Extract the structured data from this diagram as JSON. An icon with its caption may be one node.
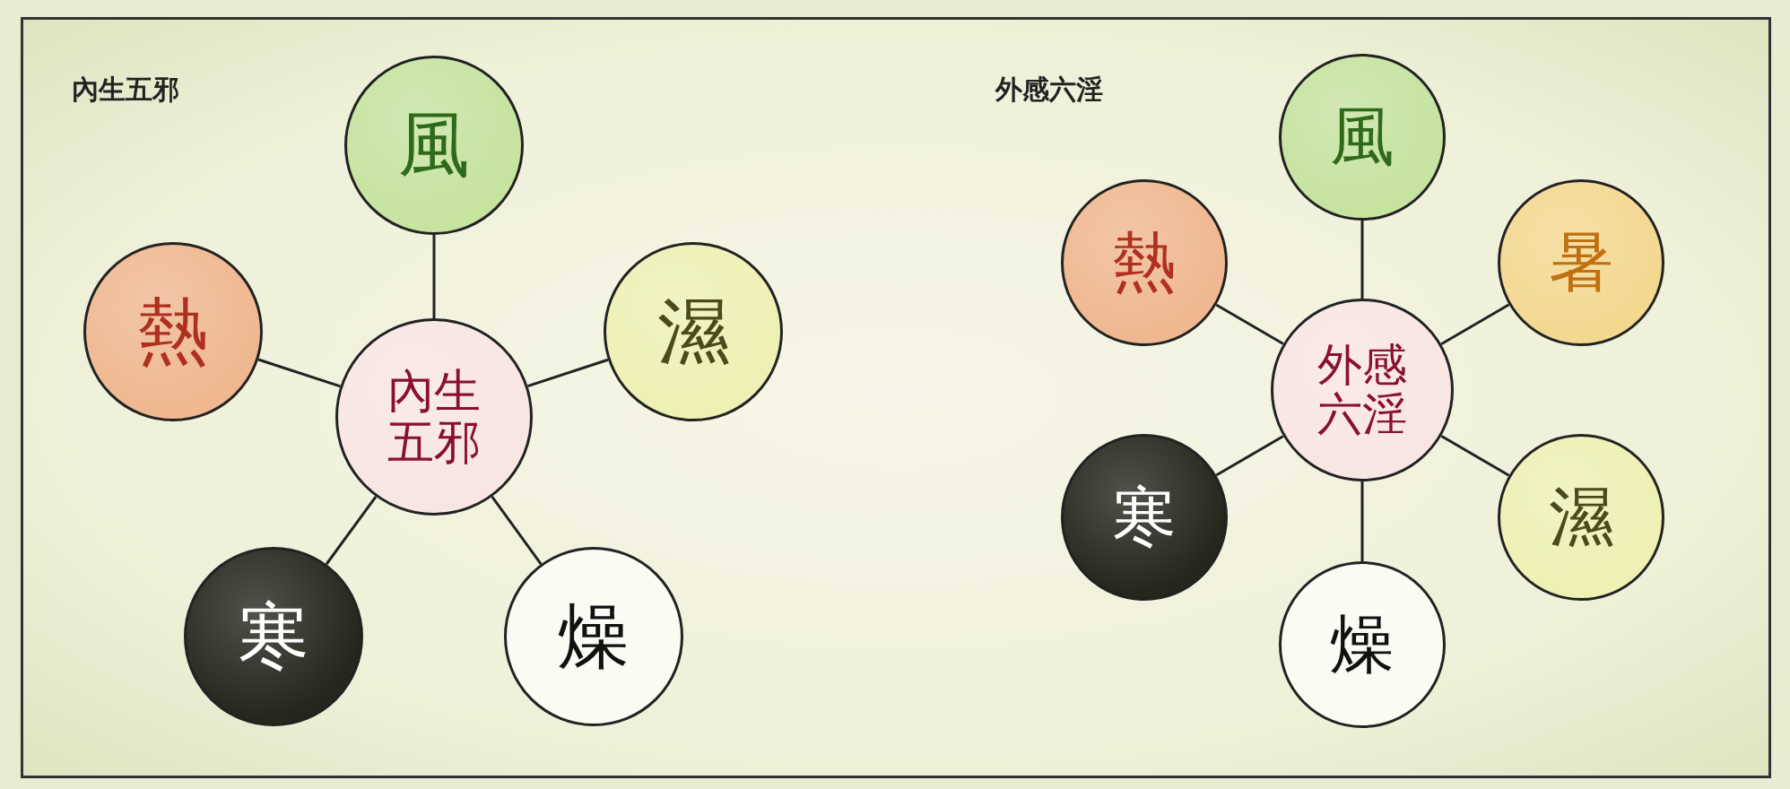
{
  "diagram": {
    "nodes": [
      {
        "text": [
          "內生五邪"
        ]
      },
      {
        "text": [
          "風"
        ]
      },
      {
        "text": [
          "熱"
        ]
      },
      {
        "text": [
          "濕"
        ]
      },
      {
        "text": [
          "寒"
        ]
      },
      {
        "text": [
          "燥"
        ]
      },
      {
        "text": [
          "外感六淫"
        ]
      },
      {
        "text": [
          "風"
        ]
      },
      {
        "text": [
          "熱"
        ]
      },
      {
        "text": [
          "暑"
        ]
      },
      {
        "text": [
          "寒"
        ]
      },
      {
        "text": [
          "濕"
        ]
      },
      {
        "text": [
          "燥"
        ]
      }
    ],
    "edges": [
      {
        "from": 0,
        "to": 1,
        "arrow": "none"
      },
      {
        "from": 0,
        "to": 2,
        "arrow": "none"
      },
      {
        "from": 0,
        "to": 3,
        "arrow": "none"
      },
      {
        "from": 0,
        "to": 4,
        "arrow": "none"
      },
      {
        "from": 0,
        "to": 5,
        "arrow": "none"
      },
      {
        "from": 6,
        "to": 7,
        "arrow": "none"
      },
      {
        "from": 6,
        "to": 8,
        "arrow": "none"
      },
      {
        "from": 6,
        "to": 9,
        "arrow": "none"
      },
      {
        "from": 6,
        "to": 10,
        "arrow": "none"
      },
      {
        "from": 6,
        "to": 11,
        "arrow": "none"
      },
      {
        "from": 6,
        "to": 12,
        "arrow": "none"
      }
    ],
    "labels": [
      "內生五邪",
      "外感六淫"
    ]
  }
}
